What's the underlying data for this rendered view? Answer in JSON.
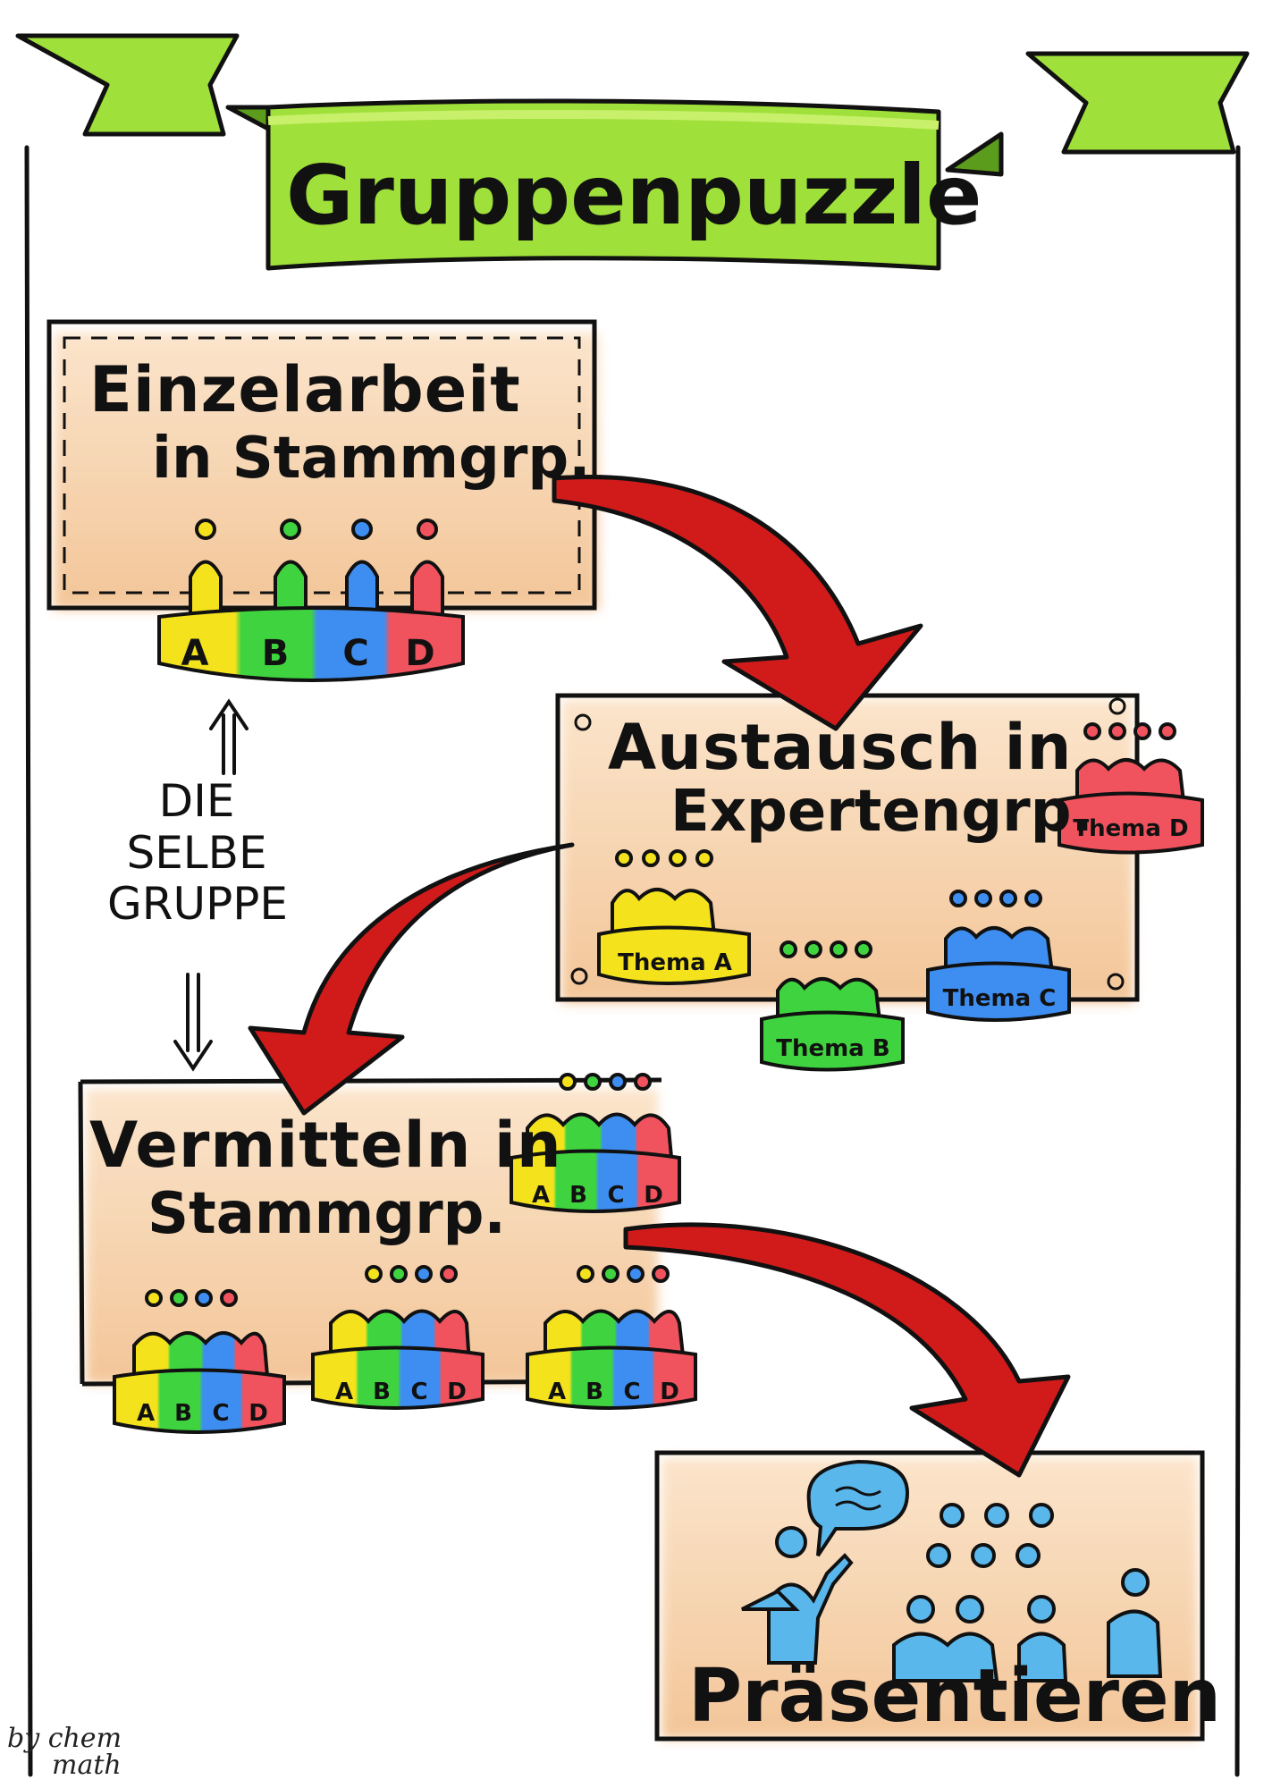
{
  "title": "Gruppenpuzzle",
  "steps": [
    {
      "line1": "Einzelarbeit",
      "line2": "in Stammgrp."
    },
    {
      "line1": "Austausch in",
      "line2": "Expertengrp."
    },
    {
      "line1": "Vermitteln in",
      "line2": "Stammgrp."
    },
    {
      "line1": "Präsentieren"
    }
  ],
  "group_letters": [
    "A",
    "B",
    "C",
    "D"
  ],
  "expert_topics": [
    "Thema A",
    "Thema B",
    "Thema C",
    "Thema D"
  ],
  "side_note": [
    "DIE",
    "SELBE",
    "GRUPPE"
  ],
  "credit": {
    "line1": "by chem",
    "line2": "math"
  },
  "colors": {
    "banner": "#9fe03a",
    "box": "#f6cfa3",
    "arrow": "#d11b1b",
    "yellow": "#f4e21c",
    "green": "#3fd43f",
    "blue": "#3d8ef0",
    "red": "#f0535d",
    "audience": "#5ab7ec"
  }
}
